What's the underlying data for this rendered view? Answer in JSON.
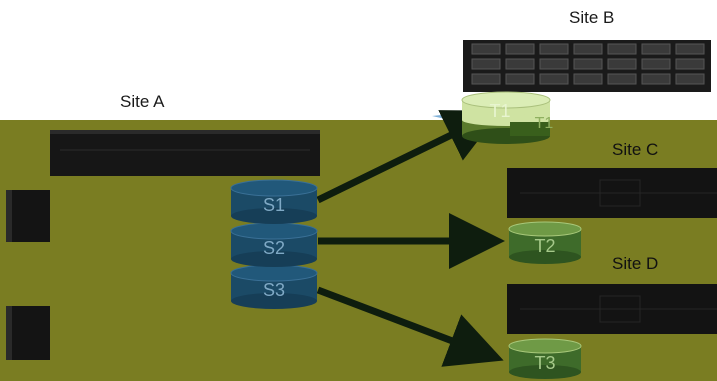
{
  "labels": {
    "site_a": "Site A",
    "site_b": "Site B",
    "site_c": "Site C",
    "site_d": "Site D"
  },
  "sources": [
    {
      "id": "s1",
      "label": "S1"
    },
    {
      "id": "s2",
      "label": "S2"
    },
    {
      "id": "s3",
      "label": "S3"
    }
  ],
  "targets": [
    {
      "id": "t1",
      "label": "T1",
      "site": "Site B"
    },
    {
      "id": "t2",
      "label": "T2",
      "site": "Site C"
    },
    {
      "id": "t3",
      "label": "T3",
      "site": "Site D"
    }
  ],
  "links": [
    {
      "from": "S1",
      "to": "T1"
    },
    {
      "from": "S2",
      "to": "T2"
    },
    {
      "from": "S3",
      "to": "T3"
    }
  ],
  "colors": {
    "panel": "#7a7d22",
    "source_cylinder": "#1b4a66",
    "source_cylinder_top": "#234f6a",
    "target_cylinder": "#3e6b2a",
    "target_cylinder_top": "#cfe3a2",
    "arrow": "#0e1d0e",
    "server": "#141414",
    "server_light": "#2a2a2a"
  }
}
